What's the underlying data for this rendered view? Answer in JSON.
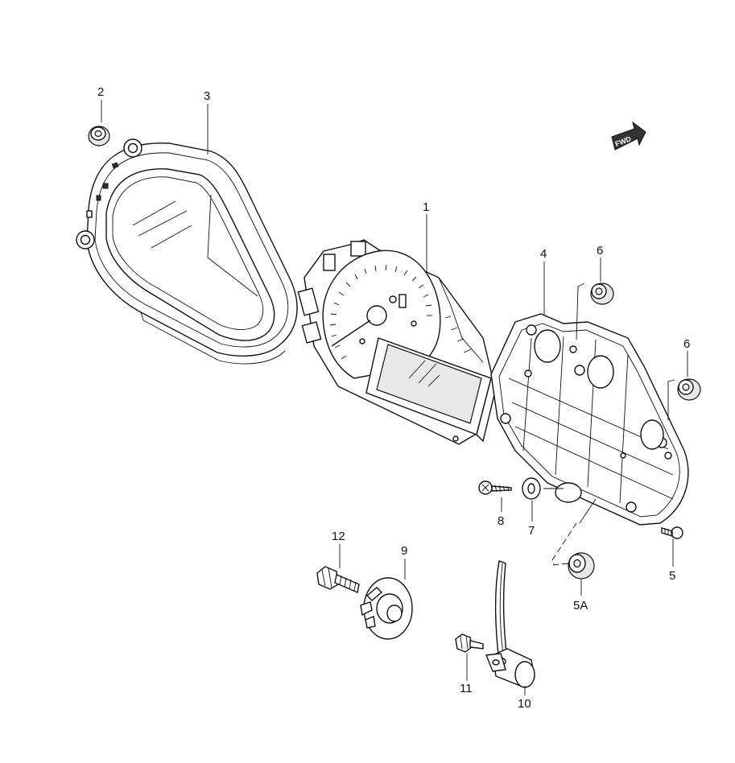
{
  "fwd_badge": {
    "text": "FWD"
  },
  "callouts": [
    {
      "id": "1",
      "text": "1"
    },
    {
      "id": "2",
      "text": "2"
    },
    {
      "id": "3",
      "text": "3"
    },
    {
      "id": "4",
      "text": "4"
    },
    {
      "id": "5",
      "text": "5"
    },
    {
      "id": "5A",
      "text": "5A"
    },
    {
      "id": "6a",
      "text": "6"
    },
    {
      "id": "6b",
      "text": "6"
    },
    {
      "id": "7",
      "text": "7"
    },
    {
      "id": "8",
      "text": "8"
    },
    {
      "id": "9",
      "text": "9"
    },
    {
      "id": "10",
      "text": "10"
    },
    {
      "id": "11",
      "text": "11"
    },
    {
      "id": "12",
      "text": "12"
    }
  ]
}
